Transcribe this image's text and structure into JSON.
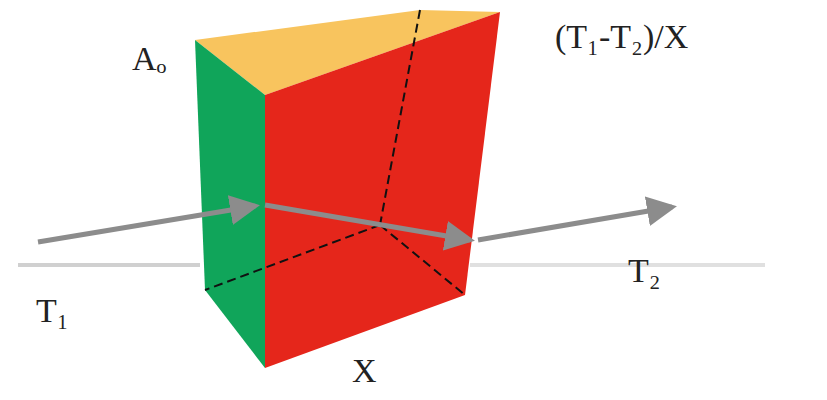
{
  "diagram": {
    "labels": [
      "Aₒ",
      "(T₁-T₂)/X",
      "T₁",
      "T₂",
      "X"
    ]
  }
}
